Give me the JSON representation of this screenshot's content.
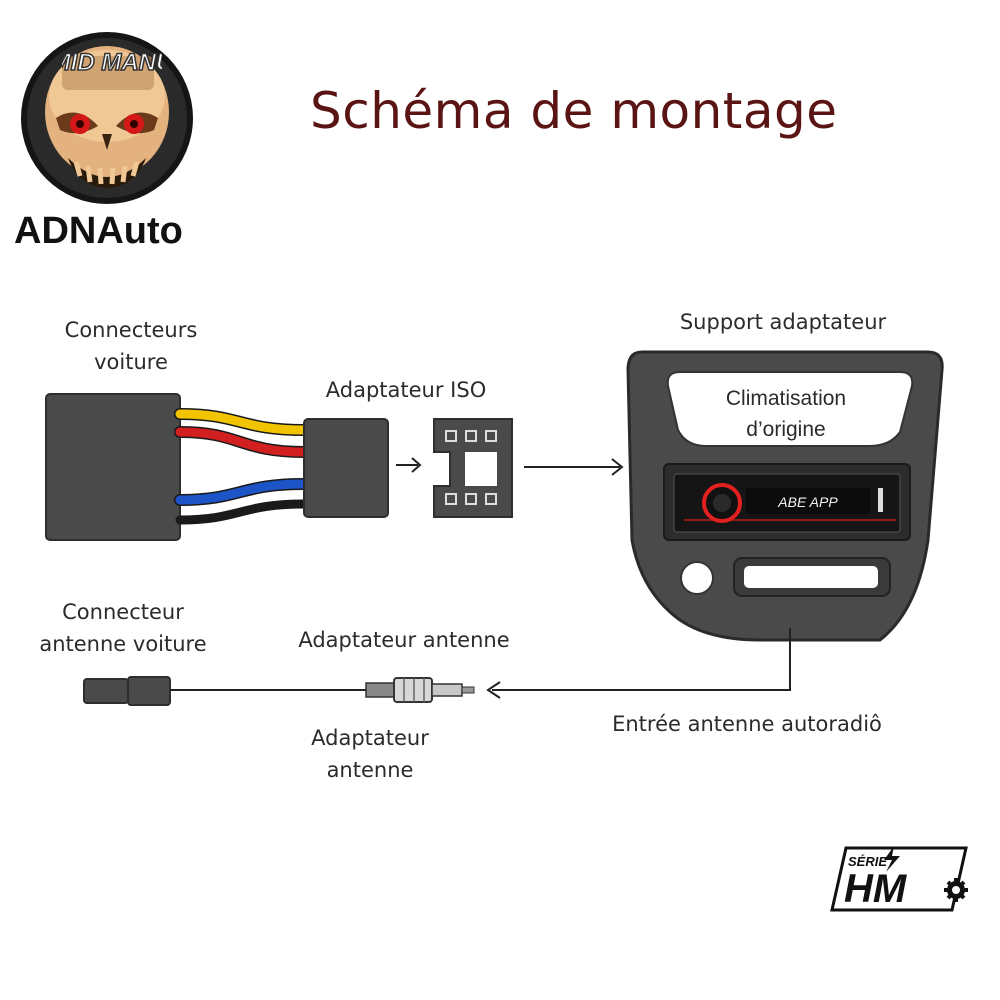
{
  "header": {
    "title": "Schéma de montage",
    "brand_name": "ADNAuto",
    "logo_text": "MID MANU"
  },
  "labels": {
    "car_connectors": [
      "Connecteurs",
      "voiture"
    ],
    "iso_adapter": "Adaptateur ISO",
    "adapter_support": "Support adaptateur",
    "climate": [
      "Climatisation",
      "d’origine"
    ],
    "car_antenna_connector": [
      "Connecteur",
      "antenne voiture"
    ],
    "antenna_adapter_top": "Adaptateur antenne",
    "antenna_adapter_bottom": [
      "Adaptateur",
      "antenne"
    ],
    "radio_antenna_input": "Entrée antenne autoradiô"
  },
  "radio": {
    "display_text": "ABE APP"
  },
  "footer_logo": {
    "top": "SÉRIE",
    "main": "HM"
  },
  "colors": {
    "title": "#5a1414",
    "box": "#4a4a4a",
    "wire_yellow": "#f2c400",
    "wire_red": "#d21f1f",
    "wire_blue": "#1d55c9",
    "wire_black": "#1a1a1a",
    "radio_red": "#e32020"
  },
  "icons": [
    "skull-logo-icon",
    "iso-connector-icon",
    "antenna-plug-icon",
    "serie-hm-logo-icon",
    "gear-icon"
  ]
}
